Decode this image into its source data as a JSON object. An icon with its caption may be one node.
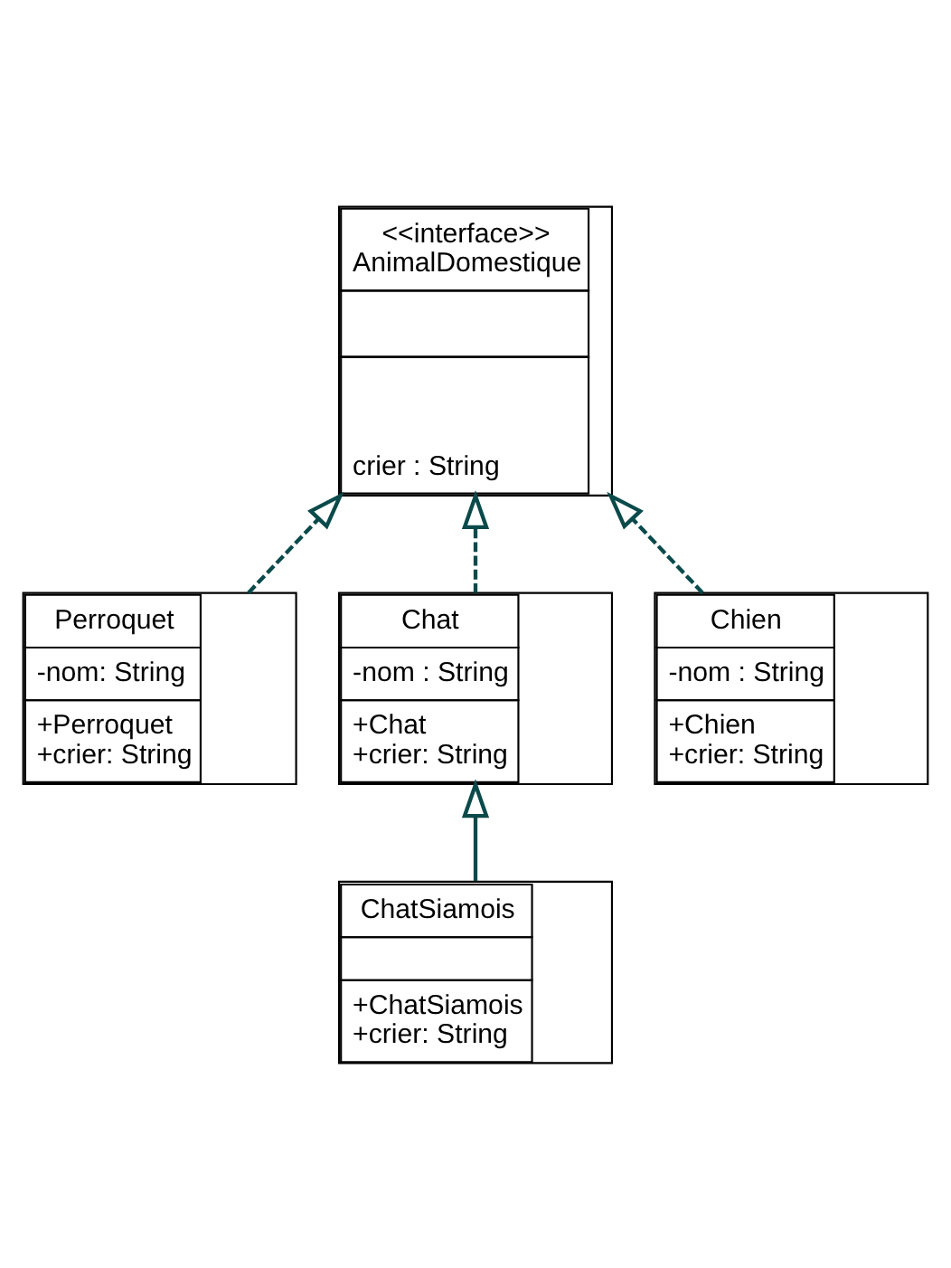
{
  "diagram": {
    "nodes": [
      {
        "text": [
          "<<interface>>",
          "AnimalDomestique",
          "crier : String"
        ]
      },
      {
        "text": [
          "Perroquet",
          "-nom: String",
          "+Perroquet",
          "+crier: String"
        ]
      },
      {
        "text": [
          "Chat",
          "-nom : String",
          "+Chat",
          "+crier: String"
        ]
      },
      {
        "text": [
          "Chien",
          "-nom : String",
          "+Chien",
          "+crier: String"
        ]
      },
      {
        "text": [
          "ChatSiamois",
          "+ChatSiamois",
          "+crier: String"
        ]
      }
    ],
    "edges": [
      {
        "from": 1,
        "to": 0,
        "arrow": "to",
        "style": "dashed"
      },
      {
        "from": 2,
        "to": 0,
        "arrow": "to",
        "style": "dashed"
      },
      {
        "from": 3,
        "to": 0,
        "arrow": "to",
        "style": "dashed"
      },
      {
        "from": 4,
        "to": 2,
        "arrow": "to"
      }
    ]
  }
}
